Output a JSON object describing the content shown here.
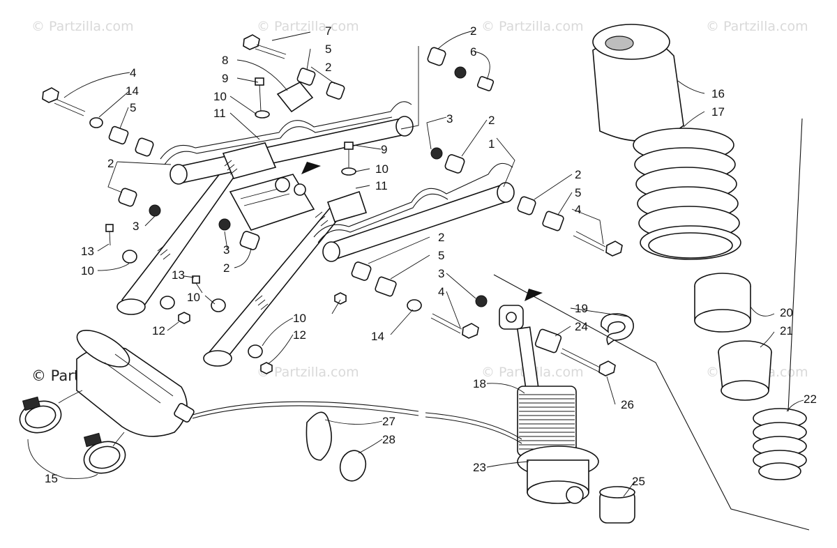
{
  "watermark": {
    "text": "© Partzilla.com",
    "prominent_text": "© Partzilla.com"
  },
  "callouts": [
    {
      "label": "1"
    },
    {
      "label": "2"
    },
    {
      "label": "2"
    },
    {
      "label": "2"
    },
    {
      "label": "2"
    },
    {
      "label": "2"
    },
    {
      "label": "2"
    },
    {
      "label": "2"
    },
    {
      "label": "3"
    },
    {
      "label": "3"
    },
    {
      "label": "3"
    },
    {
      "label": "3"
    },
    {
      "label": "4"
    },
    {
      "label": "4"
    },
    {
      "label": "4"
    },
    {
      "label": "5"
    },
    {
      "label": "5"
    },
    {
      "label": "5"
    },
    {
      "label": "5"
    },
    {
      "label": "6"
    },
    {
      "label": "7"
    },
    {
      "label": "8"
    },
    {
      "label": "9"
    },
    {
      "label": "9"
    },
    {
      "label": "10"
    },
    {
      "label": "10"
    },
    {
      "label": "10"
    },
    {
      "label": "10"
    },
    {
      "label": "10"
    },
    {
      "label": "11"
    },
    {
      "label": "11"
    },
    {
      "label": "12"
    },
    {
      "label": "12"
    },
    {
      "label": "13"
    },
    {
      "label": "13"
    },
    {
      "label": "14"
    },
    {
      "label": "14"
    },
    {
      "label": "15"
    },
    {
      "label": "16"
    },
    {
      "label": "17"
    },
    {
      "label": "18"
    },
    {
      "label": "19"
    },
    {
      "label": "20"
    },
    {
      "label": "21"
    },
    {
      "label": "22"
    },
    {
      "label": "23"
    },
    {
      "label": "24"
    },
    {
      "label": "25"
    },
    {
      "label": "26"
    },
    {
      "label": "27"
    },
    {
      "label": "28"
    }
  ]
}
